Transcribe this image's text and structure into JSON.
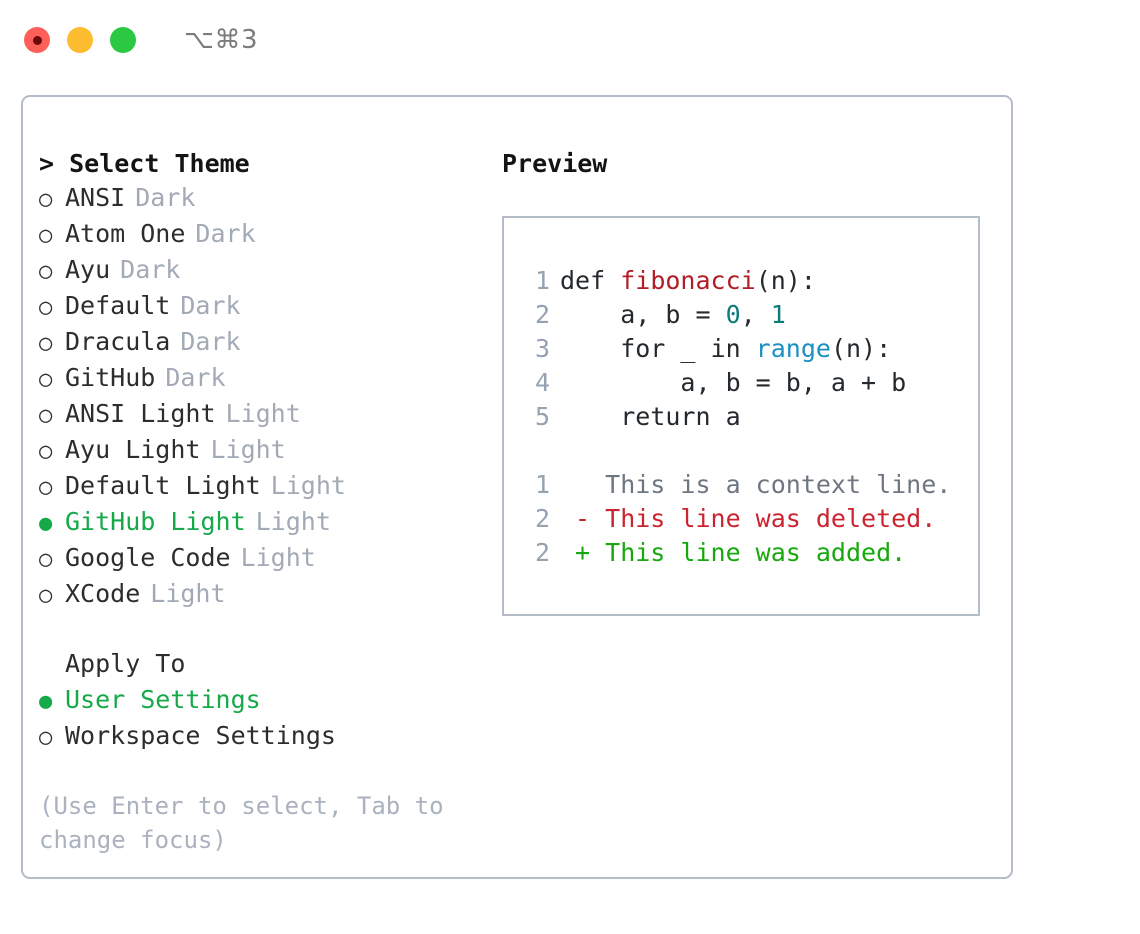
{
  "window": {
    "traffic_lights": [
      "close-red",
      "minimize-yellow",
      "maximize-green"
    ],
    "shortcut": "⌥⌘3"
  },
  "theme_picker": {
    "header": "> Select Theme",
    "selected_theme": "GitHub Light",
    "options": [
      {
        "bullet": "○",
        "name": "ANSI",
        "variant": "Dark",
        "selected": false
      },
      {
        "bullet": "○",
        "name": "Atom One",
        "variant": "Dark",
        "selected": false
      },
      {
        "bullet": "○",
        "name": "Ayu",
        "variant": "Dark",
        "selected": false
      },
      {
        "bullet": "○",
        "name": "Default",
        "variant": "Dark",
        "selected": false
      },
      {
        "bullet": "○",
        "name": "Dracula",
        "variant": "Dark",
        "selected": false
      },
      {
        "bullet": "○",
        "name": "GitHub",
        "variant": "Dark",
        "selected": false
      },
      {
        "bullet": "○",
        "name": "ANSI Light",
        "variant": "Light",
        "selected": false
      },
      {
        "bullet": "○",
        "name": "Ayu Light",
        "variant": "Light",
        "selected": false
      },
      {
        "bullet": "○",
        "name": "Default Light",
        "variant": "Light",
        "selected": false
      },
      {
        "bullet": "●",
        "name": "GitHub Light",
        "variant": "Light",
        "selected": true
      },
      {
        "bullet": "○",
        "name": "Google Code",
        "variant": "Light",
        "selected": false
      },
      {
        "bullet": "○",
        "name": "XCode",
        "variant": "Light",
        "selected": false
      }
    ]
  },
  "apply_to": {
    "header": "Apply To",
    "selected": "User Settings",
    "options": [
      {
        "bullet": "●",
        "name": "User Settings",
        "selected": true
      },
      {
        "bullet": "○",
        "name": "Workspace Settings",
        "selected": false
      }
    ]
  },
  "hint": "(Use Enter to select, Tab to change focus)",
  "preview": {
    "title": "Preview",
    "code_lines": [
      {
        "ln": "1",
        "segments": [
          {
            "t": "def ",
            "c": "plain"
          },
          {
            "t": "fibonacci",
            "c": "fn"
          },
          {
            "t": "(n):",
            "c": "plain"
          }
        ]
      },
      {
        "ln": "2",
        "segments": [
          {
            "t": "    a, b = ",
            "c": "plain"
          },
          {
            "t": "0",
            "c": "num"
          },
          {
            "t": ", ",
            "c": "plain"
          },
          {
            "t": "1",
            "c": "num"
          }
        ]
      },
      {
        "ln": "3",
        "segments": [
          {
            "t": "    for _ in ",
            "c": "plain"
          },
          {
            "t": "range",
            "c": "call"
          },
          {
            "t": "(n):",
            "c": "plain"
          }
        ]
      },
      {
        "ln": "4",
        "segments": [
          {
            "t": "        a, b = b, a + b",
            "c": "plain"
          }
        ]
      },
      {
        "ln": "5",
        "segments": [
          {
            "t": "    return a",
            "c": "plain"
          }
        ]
      }
    ],
    "diff_lines": [
      {
        "ln": "1",
        "segments": [
          {
            "t": "   This is a context line.",
            "c": "ctx"
          }
        ]
      },
      {
        "ln": "2",
        "segments": [
          {
            "t": " - This line was deleted.",
            "c": "del"
          }
        ]
      },
      {
        "ln": "2",
        "segments": [
          {
            "t": " + This line was added.",
            "c": "add"
          }
        ]
      }
    ]
  },
  "colors": {
    "accent_green": "#16a94a",
    "diff_add": "#16a80d",
    "diff_delete": "#cb2431",
    "function_name": "#b31d28",
    "number": "#0b7b7b",
    "builtin_call": "#1b8fc4",
    "muted": "#a2aab6",
    "border": "#b4bcc8"
  }
}
